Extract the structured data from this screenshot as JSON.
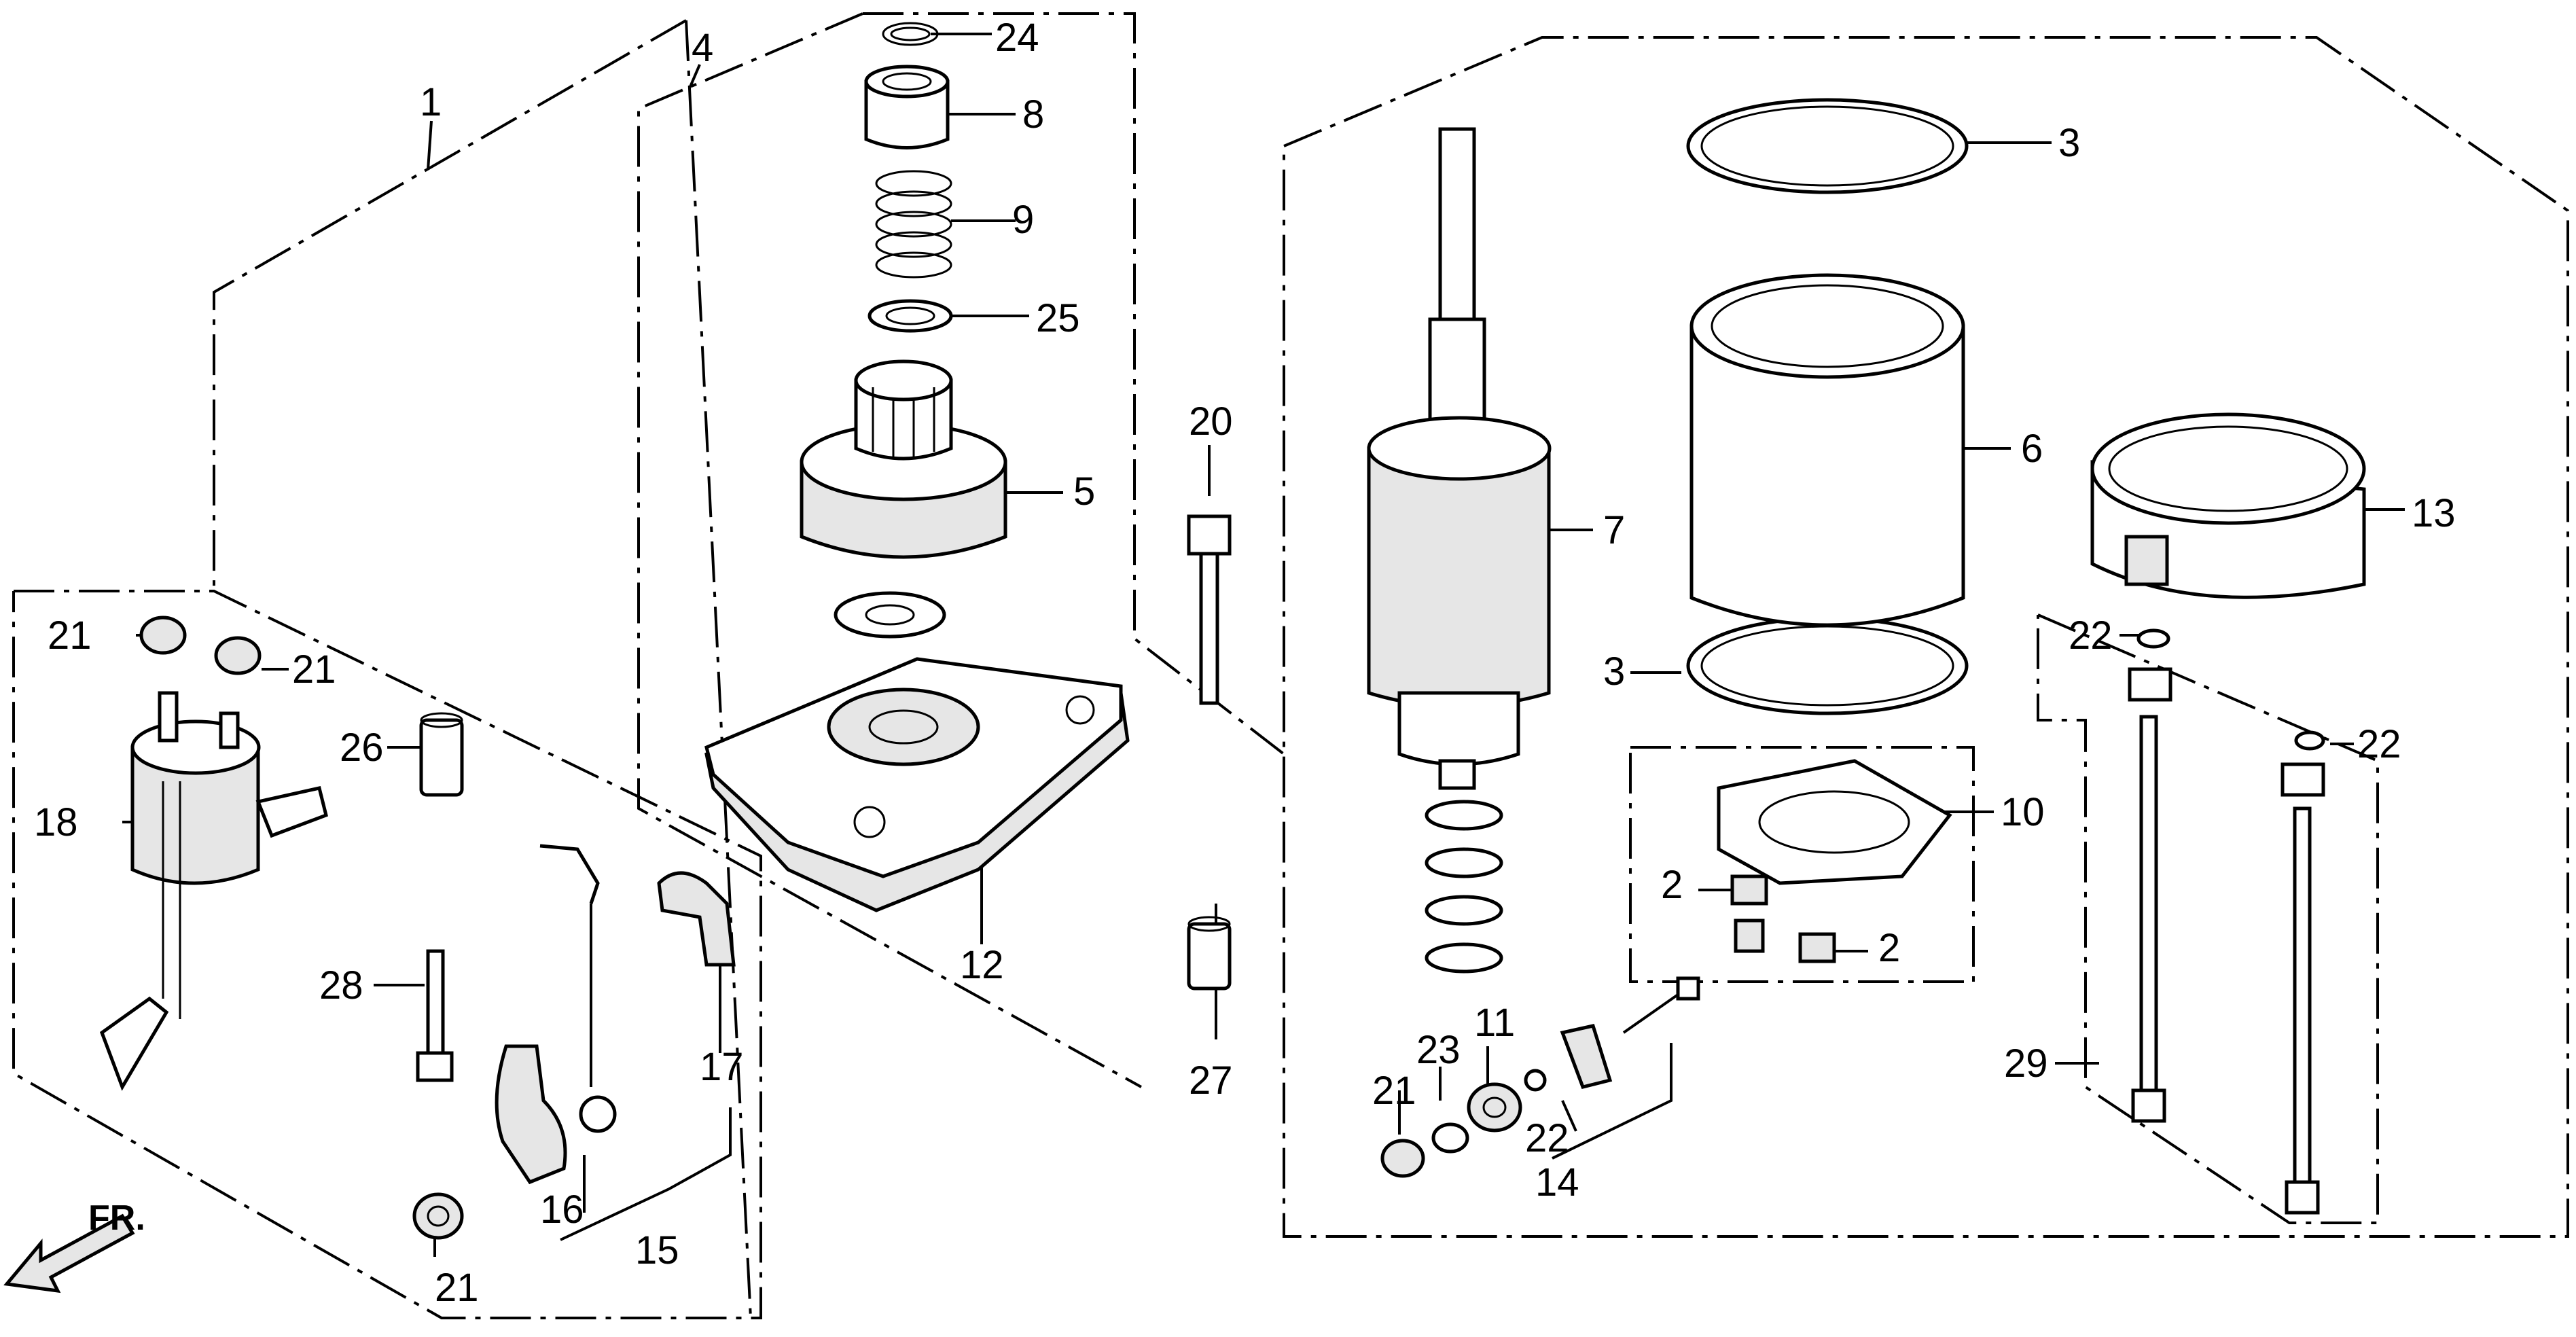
{
  "diagram": {
    "type": "exploded-parts-diagram",
    "direction_label": "FR.",
    "callouts": [
      "1",
      "2",
      "2",
      "3",
      "3",
      "4",
      "5",
      "6",
      "7",
      "8",
      "9",
      "10",
      "11",
      "12",
      "13",
      "14",
      "15",
      "16",
      "17",
      "18",
      "20",
      "21",
      "21",
      "21",
      "21",
      "22",
      "22",
      "22",
      "23",
      "24",
      "25",
      "26",
      "27",
      "28",
      "29"
    ]
  }
}
